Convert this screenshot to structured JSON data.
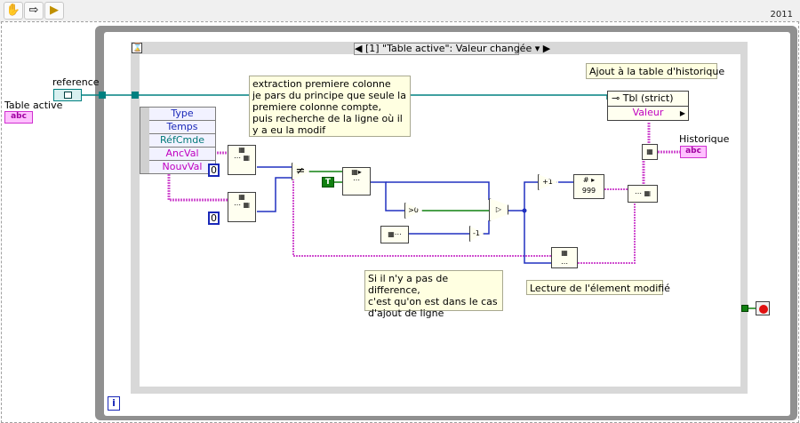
{
  "toolbar": {
    "buttons": [
      {
        "icon": "hand-icon",
        "glyph": "✋"
      },
      {
        "icon": "arrow-right-icon",
        "glyph": "⇨"
      },
      {
        "icon": "highlight-bulb-icon",
        "glyph": "▶"
      }
    ],
    "version": "2011"
  },
  "labels": {
    "table_active": "Table active",
    "reference": "reference",
    "historique": "Historique"
  },
  "event_selector": "[1] \"Table active\": Valeur changée",
  "event_elements": [
    {
      "label": "Type",
      "color": "#1a28b8"
    },
    {
      "label": "Temps",
      "color": "#1a28b8"
    },
    {
      "label": "RéfCmde",
      "color": "#007878"
    },
    {
      "label": "AncVal",
      "color": "#c000c0"
    },
    {
      "label": "NouvVal",
      "color": "#c000c0"
    }
  ],
  "comments": {
    "extraction": "extraction premiere colonne\nje pars du principe que seule la premiere colonne compte,\npuis recherche de la ligne où il y a eu la modif",
    "ajout": "Ajout à la table d'historique",
    "pas_de_difference": "Si il n'y a pas de difference,\nc'est qu'on est dans le cas\nd'ajout de ligne",
    "lecture": "Lecture de l'élement modifié"
  },
  "property_node": {
    "class": "Tbl (strict)",
    "property": "Valeur"
  },
  "constants": {
    "zero1": "0",
    "zero2": "0",
    "true_const": "T",
    "info": "i"
  },
  "terminals": {
    "abc": "abc"
  },
  "colors": {
    "string_wire": "#d050d0",
    "numeric_wire": "#2030c0",
    "refnum_wire": "#008080",
    "boolean_wire": "#108010",
    "loop_border": "#909090"
  }
}
